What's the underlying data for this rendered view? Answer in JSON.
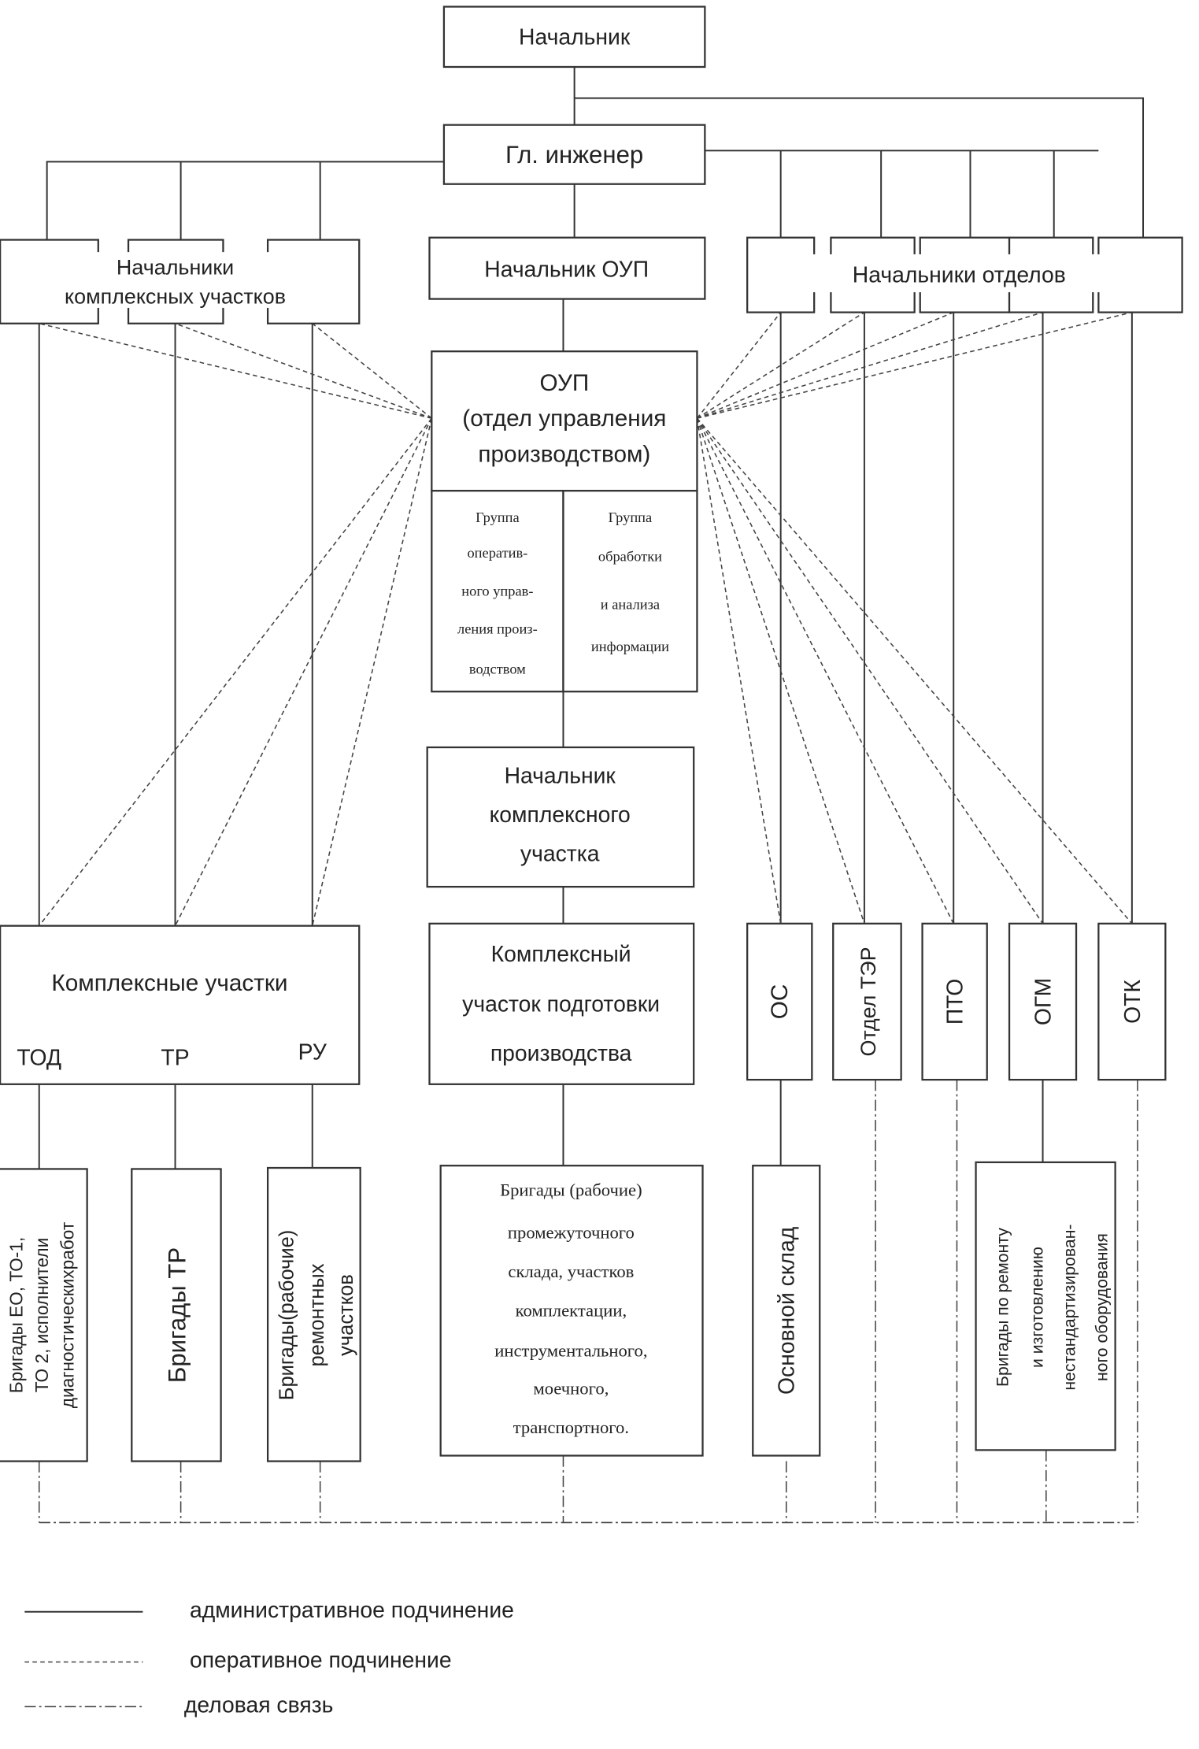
{
  "chief": "Начальник",
  "chief_engineer": "Гл. инженер",
  "heads_complex_sections": [
    "Начальники",
    "комплексных участков"
  ],
  "head_oup": "Начальник ОУП",
  "heads_departments": "Начальники отделов",
  "oup": [
    "ОУП",
    "(отдел управления",
    "производством)"
  ],
  "group_operational": [
    "Группа",
    "оператив-",
    "ного управ-",
    "ления произ-",
    "водством"
  ],
  "group_processing": [
    "Группа",
    "обработки",
    "и анализа",
    "информации"
  ],
  "head_complex_section": [
    "Начальник",
    "комплексного",
    "участка"
  ],
  "complex_sections": {
    "title": "Комплексные участки",
    "items": [
      "ТОД",
      "ТР",
      "РУ"
    ]
  },
  "prep_section": [
    "Комплексный",
    "участок подготовки",
    "производства"
  ],
  "departments": [
    "ОС",
    "Отдел ТЭР",
    "ПТО",
    "ОГМ",
    "ОТК"
  ],
  "brigades_tod": [
    "Бригады ЕО, ТО-1,",
    "ТО 2, исполнители",
    "диагностическихработ"
  ],
  "brigades_tr": "Бригады ТР",
  "brigades_ru": [
    "Бригады(рабочие)",
    "ремонтных",
    "участков"
  ],
  "brigades_prep": [
    "Бригады (рабочие)",
    "промежуточного",
    "склада, участков",
    "комплектации,",
    "инструментального,",
    "моечного,",
    "транспортного."
  ],
  "main_warehouse": "Основной склад",
  "brigades_ogm": [
    "Бригады по ремонту",
    "и изготовлению",
    "нестандартизирован-",
    "ного оборудования"
  ],
  "legend": {
    "administrative": "административное подчинение",
    "operational": "оперативное подчинение",
    "business": "деловая связь"
  }
}
